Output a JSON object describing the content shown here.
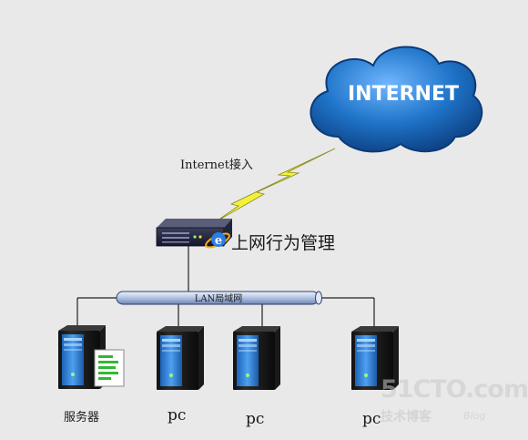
{
  "cloud": {
    "label": "INTERNET",
    "color": "#1e73c8"
  },
  "internet_link": {
    "label": "Internet接入"
  },
  "gateway": {
    "label": "上网行为管理"
  },
  "lan_bus": {
    "label": "LAN局域网"
  },
  "nodes": {
    "server": {
      "label": "服务器"
    },
    "pc1": {
      "label": "pc"
    },
    "pc2": {
      "label": "pc"
    },
    "pc3": {
      "label": "pc"
    }
  },
  "watermark": {
    "main": "51CTO.com",
    "sub": "技术博客",
    "blog": "Blog"
  },
  "colors": {
    "background": "#e9e9e9",
    "lightning": "#f2f23c",
    "server_blue": "#3a7fd8",
    "bus": "#9fb4d6"
  }
}
